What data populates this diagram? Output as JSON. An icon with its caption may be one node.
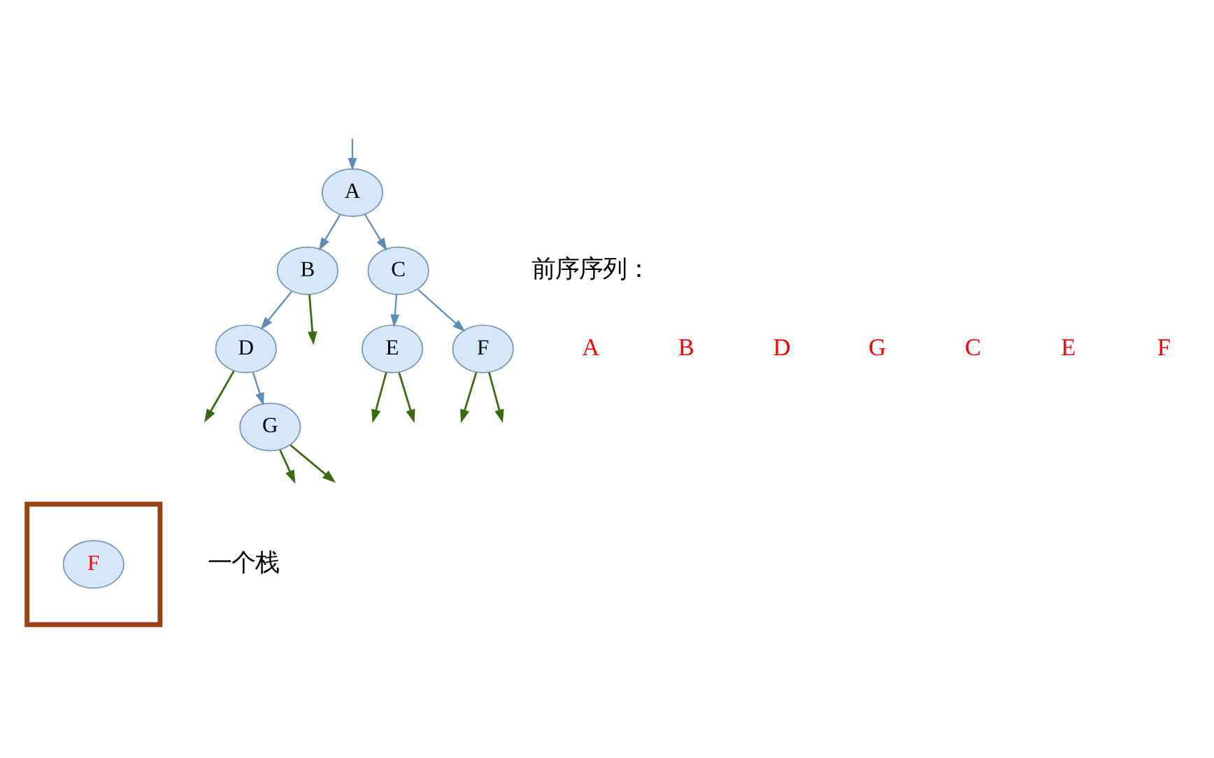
{
  "diagram": {
    "nodes": [
      {
        "text": [
          "A"
        ]
      },
      {
        "text": [
          "B"
        ]
      },
      {
        "text": [
          "C"
        ]
      },
      {
        "text": [
          "D"
        ]
      },
      {
        "text": [
          "E"
        ]
      },
      {
        "text": [
          "F"
        ]
      },
      {
        "text": [
          "G"
        ]
      },
      {
        "text": [],
        "shape": "box",
        "beside": [
          "一个栈"
        ]
      },
      {
        "text": [
          "F"
        ],
        "in": 7
      }
    ],
    "edges": [
      {
        "from": null,
        "to": 0,
        "arrow": "to",
        "color": "#5b8db8"
      },
      {
        "from": 0,
        "to": 1,
        "arrow": "to",
        "color": "#5b8db8"
      },
      {
        "from": 0,
        "to": 2,
        "arrow": "to",
        "color": "#5b8db8"
      },
      {
        "from": 1,
        "to": 3,
        "arrow": "to",
        "color": "#5b8db8"
      },
      {
        "from": 1,
        "to": null,
        "arrow": "to",
        "color": "#3a6b10"
      },
      {
        "from": 2,
        "to": 4,
        "arrow": "to",
        "color": "#5b8db8"
      },
      {
        "from": 2,
        "to": 5,
        "arrow": "to",
        "color": "#5b8db8"
      },
      {
        "from": 3,
        "to": null,
        "arrow": "to",
        "color": "#3a6b10"
      },
      {
        "from": 3,
        "to": 6,
        "arrow": "to",
        "color": "#5b8db8"
      },
      {
        "from": 4,
        "to": null,
        "arrow": "to",
        "color": "#3a6b10"
      },
      {
        "from": 4,
        "to": null,
        "arrow": "to",
        "color": "#3a6b10"
      },
      {
        "from": 5,
        "to": null,
        "arrow": "to",
        "color": "#3a6b10"
      },
      {
        "from": 5,
        "to": null,
        "arrow": "to",
        "color": "#3a6b10"
      },
      {
        "from": 6,
        "to": null,
        "arrow": "to",
        "color": "#3a6b10"
      },
      {
        "from": 6,
        "to": null,
        "arrow": "to",
        "color": "#3a6b10"
      }
    ],
    "labels": [
      "前序序列：",
      "A",
      "B",
      "D",
      "G",
      "C",
      "E",
      "F"
    ]
  }
}
